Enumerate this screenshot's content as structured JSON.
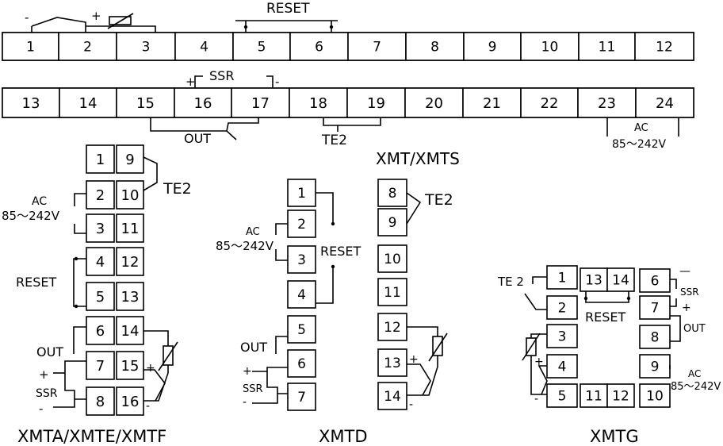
{
  "strip1": [
    "1",
    "2",
    "3",
    "4",
    "5",
    "6",
    "7",
    "8",
    "9",
    "10",
    "11",
    "12"
  ],
  "strip2": [
    "13",
    "14",
    "15",
    "16",
    "17",
    "18",
    "19",
    "20",
    "21",
    "22",
    "23",
    "24"
  ],
  "labels": {
    "reset": "RESET",
    "ssr": "SSR",
    "out": "OUT",
    "te2": "TE2",
    "te2_spaced": "TE 2",
    "ac": "AC",
    "ac_range": "85～242V",
    "plus": "+",
    "minus": "-",
    "minus_long": "—"
  },
  "models": {
    "top": "XMT/XMTS",
    "a": "XMTA/XMTE/XMTF",
    "d": "XMTD",
    "g": "XMTG"
  },
  "xmta": {
    "left": [
      "1",
      "2",
      "3",
      "4",
      "5",
      "6",
      "7",
      "8"
    ],
    "right": [
      "9",
      "10",
      "11",
      "12",
      "13",
      "14",
      "15",
      "16"
    ]
  },
  "xmtd_left": [
    "1",
    "2",
    "3",
    "4",
    "5",
    "6",
    "7"
  ],
  "xmtd_right": [
    "8",
    "9",
    "10",
    "11",
    "12",
    "13",
    "14"
  ],
  "xmtg": {
    "left": [
      "1",
      "2",
      "3",
      "4",
      "5"
    ],
    "top_mid": [
      "13",
      "14"
    ],
    "bottom_mid": [
      "11",
      "12"
    ],
    "right": [
      "6",
      "7",
      "8",
      "9",
      "10"
    ]
  }
}
